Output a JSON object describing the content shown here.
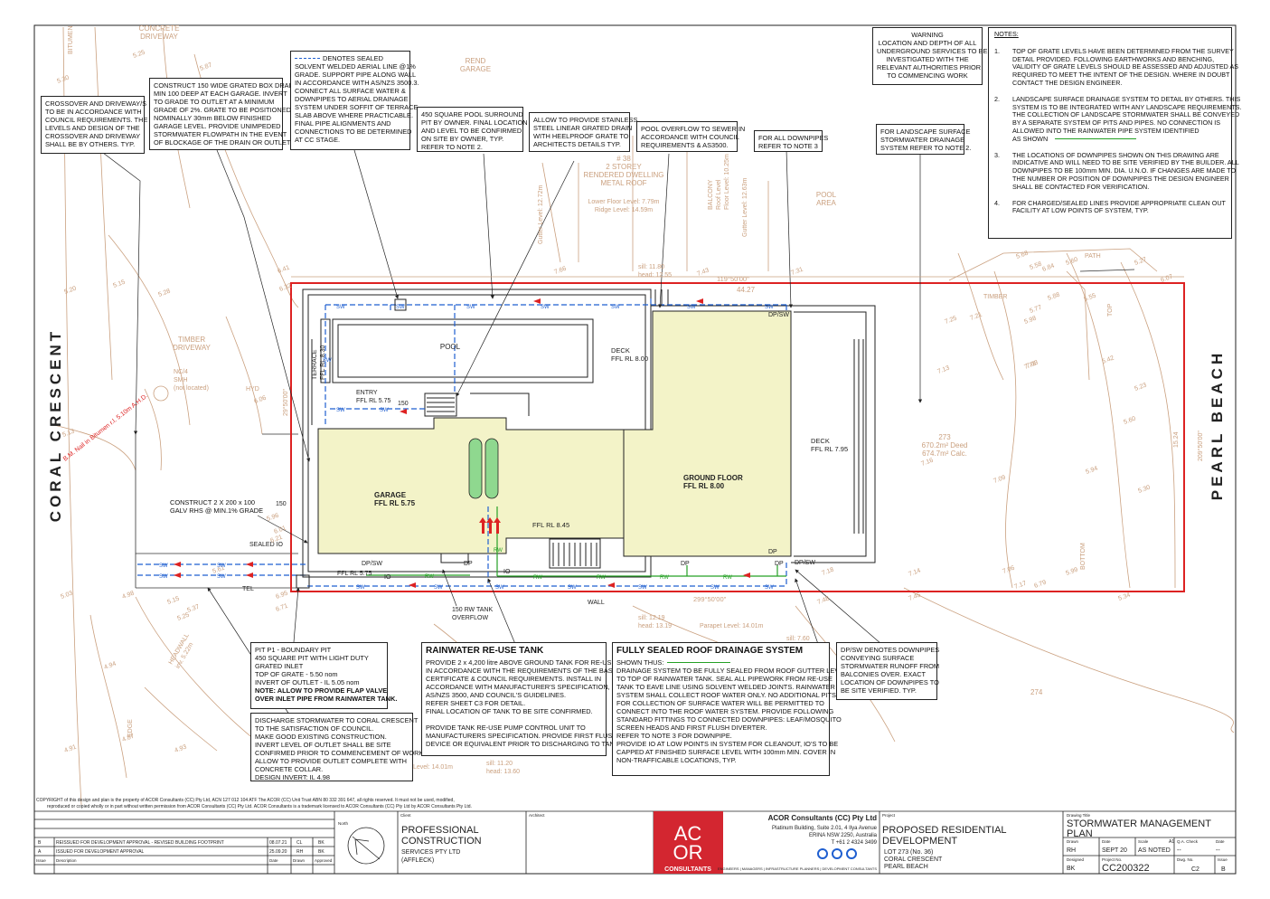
{
  "colors": {
    "boundary": "#dd2222",
    "sewer": "#1f5fd0",
    "rainwater": "#25a025",
    "building": "#f3f3c8",
    "contour": "#caa07f",
    "tank": "#8fd88f",
    "logo": "#d32630"
  },
  "street_labels": {
    "left": "CORAL CRESCENT",
    "right": "PEARL BEACH"
  },
  "plan_labels": {
    "concrete_driveway": "CONCRETE\nDRIVEWAY",
    "bitumen": "BITUMEN",
    "rend_garage": "REND\nGARAGE",
    "timber_driveway": "TIMBER\nDRIVEWAY",
    "nc4_smh": "NC/4\nSMH\n(not located)",
    "hyd": "HYD",
    "bm_nail": "B.M. Nail in Bitumen r.l. 5.10m A.H.D.",
    "pool_area": "POOL\nAREA",
    "dwelling": "# 38\n2 STOREY\nRENDERED DWELLING\nMETAL ROOF",
    "dwelling_levels": "Lower Floor Level: 7.79m\nRidge Level: 14.59m",
    "pool": "POOL",
    "terrace": "TERRACE\nFFL RL 8.30",
    "entry": "ENTRY\nFFL RL 5.75",
    "deck_upper": "DECK\nFFL RL 8.00",
    "deck_right": "DECK\nFFL RL 7.95",
    "garage": "GARAGE\nFFL RL 5.75",
    "ground_floor": "GROUND FLOOR\nFFL RL 8.00",
    "ffl_845": "FFL RL 8.45",
    "ffl_575": "FFL RL 5.75",
    "lot_area": "273\n670.2m² Deed\n674.7m² Calc.",
    "lot_274": "274",
    "rw_tank_overflow": "150 RW TANK\nOVERFLOW",
    "sealed_io": "SEALED IO",
    "tel": "TEL",
    "wall": "WALL",
    "headwall": "HEADWALL\ninv. 5.22m",
    "edge": "EDGE",
    "path": "PATH",
    "timber": "TIMBER",
    "bottom": "BOTTOM",
    "top": "TOP",
    "dpsw_top": "DP/SW",
    "dpsw_left": "DP/SW",
    "dpsw_right": "DP/SW",
    "dp1": "DP",
    "dp2": "DP",
    "dp3": "DP",
    "dp4": "DP",
    "io1": "IO",
    "io2": "IO",
    "dim_150a": "150",
    "dim_150b": "150",
    "dim_4427": "44.27",
    "bearing_top": "119°50'00\"",
    "bearing_bottom": "299°50'00\"",
    "bearing_left": "29°50'00\"",
    "bearing_right": "209°50'00\"",
    "dim_1524": "15.24",
    "sill_top": "sill: 11.80\nhead: 12.55",
    "sill_bottom": "sill: 12.19\nhead: 13.19",
    "parapet": "Parapet Level: 14.01m",
    "sill_760": "sill: 7.60",
    "sill_low": "sill: 11.20\nhead: 13.60",
    "level_1401": "Level: 14.01m",
    "gutter_1272": "Gutter Level: 12.72m",
    "balcony": "BALCONY\nRoof Level\nFloor Level: 10.25m",
    "gutter_1263": "Gutter Level: 12.63m",
    "rl_values": [
      "5.30",
      "5.25",
      "5.87",
      "5.20",
      "5.15",
      "5.28",
      "6.41",
      "6.32",
      "7.66",
      "7.43",
      "7.31",
      "6.06",
      "5.13",
      "5.96",
      "6.01",
      "6.21",
      "5.61",
      "5.03",
      "4.98",
      "5.15",
      "5.37",
      "5.25",
      "6.95",
      "6.71",
      "4.94",
      "4.91",
      "4.87",
      "4.93",
      "7.18",
      "7.14",
      "7.45",
      "7.48",
      "7.06",
      "7.17",
      "6.79",
      "5.99",
      "5.34",
      "7.16",
      "7.09",
      "5.30",
      "5.94",
      "5.60",
      "5.23",
      "5.42",
      "5.55",
      "5.98",
      "5.88",
      "5.77",
      "7.21",
      "7.25",
      "7.78",
      "6.84",
      "5.27",
      "5.68",
      "5.58",
      "5.60",
      "6.07",
      "7.13",
      "7.03"
    ]
  },
  "callouts": {
    "crossover": [
      "CROSSOVER AND DRIVEWAY/S",
      "TO BE IN ACCORDANCE WITH",
      "COUNCIL REQUIREMENTS. THE",
      "LEVELS AND DESIGN OF THE",
      "CROSSOVER AND DRIVEWAY",
      "SHALL BE BY OTHERS. TYP."
    ],
    "grated_box": [
      "CONSTRUCT 150 WIDE GRATED BOX DRAIN",
      "MIN 100 DEEP AT EACH GARAGE. INVERT",
      "TO GRADE TO OUTLET AT A MINIMUM",
      "GRADE OF 2%.  GRATE TO BE POSITIONED",
      "NOMINALLY 30mm BELOW FINISHED",
      "GARAGE LEVEL. PROVIDE UNIMPEDED",
      "STORMWATER FLOWPATH IN THE EVENT",
      "OF BLOCKAGE OF THE DRAIN OR OUTLET"
    ],
    "sealed_line": [
      "DENOTES SEALED",
      "SOLVENT WELDED AERIAL LINE @1%",
      "GRADE.  SUPPORT PIPE ALONG WALL",
      "IN ACCORDANCE WITH AS/NZS 3500.3.",
      "CONNECT ALL SURFACE WATER &",
      "DOWNPIPES TO AERIAL DRAINAGE",
      "SYSTEM UNDER SOFFIT OF TERRACE",
      "SLAB ABOVE WHERE PRACTICABLE.",
      "FINAL PIPE ALIGNMENTS AND",
      "CONNECTIONS TO BE DETERMINED",
      "AT CC STAGE."
    ],
    "pool_surround": [
      "450 SQUARE POOL SURROUND",
      "PIT BY OWNER. FINAL LOCATION",
      "AND LEVEL TO BE CONFIRMED",
      "ON SITE BY OWNER, TYP.",
      "REFER TO NOTE 2."
    ],
    "stainless": [
      "ALLOW TO PROVIDE STAINLESS",
      "STEEL LINEAR GRATED DRAIN",
      "WITH HEELPROOF GRATE TO",
      "ARCHITECTS DETAILS TYP."
    ],
    "pool_overflow": [
      "POOL OVERFLOW TO SEWER IN",
      "ACCORDANCE WITH COUNCIL",
      "REQUIREMENTS & AS3500."
    ],
    "all_downpipes": [
      "FOR ALL DOWNPIPES",
      "REFER TO NOTE 3"
    ],
    "warning": [
      "WARNING",
      "LOCATION AND DEPTH OF ALL",
      "UNDERGROUND SERVICES TO BE",
      "INVESTIGATED WITH THE",
      "RELEVANT AUTHORITIES PRIOR",
      "TO COMMENCING WORK"
    ],
    "landscape": [
      "FOR LANDSCAPE SURFACE",
      "STORMWATER DRAINAGE",
      "SYSTEM REFER TO NOTE 2."
    ],
    "construct_rhs": [
      "CONSTRUCT 2 X 200 x 100",
      "GALV RHS @ MIN.1% GRADE"
    ],
    "pit": [
      "PIT P1 - BOUNDARY PIT",
      "450 SQUARE PIT WITH LIGHT DUTY",
      "GRATED INLET",
      "TOP OF GRATE - 5.50 nom",
      "INVERT OF OUTLET - IL 5.05 nom"
    ],
    "pit_bold": [
      "NOTE:  ALLOW TO PROVIDE FLAP VALVE",
      "OVER INLET PIPE FROM RAINWATER TANK."
    ],
    "discharge": [
      "DISCHARGE STORMWATER TO CORAL CRESCENT",
      "TO THE SATISFACTION OF COUNCIL.",
      "MAKE GOOD EXISTING CONSTRUCTION.",
      "INVERT LEVEL OF OUTLET SHALL BE SITE",
      "CONFIRMED PRIOR TO COMMENCEMENT OF WORKS.",
      "ALLOW TO PROVIDE OUTLET COMPLETE WITH",
      "CONCRETE COLLAR.",
      "DESIGN INVERT: IL 4.98"
    ],
    "reuse_title": "RAINWATER RE-USE TANK",
    "reuse": [
      "PROVIDE 2 x 4,200 litre ABOVE GROUND TANK FOR RE-USE",
      "IN ACCORDANCE WITH THE REQUIREMENTS OF THE BASIX",
      "CERTIFICATE & COUNCIL REQUIREMENTS.  INSTALL IN",
      "ACCORDANCE WITH MANUFACTURER'S SPECIFICATION,",
      "AS/NZS 3500, AND COUNCIL'S GUIDELINES.",
      "REFER SHEET C3 FOR DETAIL.",
      "FINAL LOCATION OF TANK TO BE SITE CONFIRMED.",
      "",
      "PROVIDE TANK RE-USE PUMP CONTROL UNIT TO",
      "MANUFACTURERS SPECIFICATION. PROVIDE FIRST FLUSH",
      "DEVICE OR EQUIVALENT PRIOR TO DISCHARGING TO TANK."
    ],
    "roof_title": "FULLY SEALED ROOF DRAINAGE SYSTEM",
    "roof_shown": "SHOWN THUS:",
    "roof": [
      "DRAINAGE SYSTEM TO BE FULLY SEALED FROM ROOF GUTTER LEVEL",
      "TO TOP OF RAINWATER TANK.  SEAL ALL PIPEWORK FROM RE-USE",
      "TANK TO EAVE LINE USING SOLVENT WELDED JOINTS.  RAINWATER",
      "SYSTEM SHALL COLLECT ROOF WATER ONLY.  NO ADDITIONAL PITS",
      "FOR COLLECTION OF SURFACE WATER WILL BE PERMITTED TO",
      "CONNECT INTO THE ROOF WATER SYSTEM.  PROVIDE FOLLOWING",
      "STANDARD FITTINGS TO CONNECTED DOWNPIPES: LEAF/MOSQUITO",
      "SCREEN HEADS AND FIRST FLUSH DIVERTER.",
      "REFER TO NOTE 3 FOR DOWNPIPE.",
      "PROVIDE IO AT LOW POINTS IN SYSTEM FOR CLEANOUT, IO'S TO BE",
      "CAPPED AT FINISHED SURFACE LEVEL WITH 100mm MIN. COVER IN",
      "NON-TRAFFICABLE LOCATIONS, TYP."
    ],
    "dpsw_note": [
      "DP/SW DENOTES DOWNPIPES",
      "CONVEYING SURFACE",
      "STORMWATER  RUNOFF FROM",
      "BALCONIES OVER.  EXACT",
      "LOCATION OF DOWNPIPES TO",
      "BE SITE VERIFIED. TYP."
    ]
  },
  "notes": {
    "title": "NOTES:",
    "items": [
      {
        "num": "1.",
        "lines": [
          "TOP OF GRATE LEVELS HAVE BEEN DETERMINED FROM THE SURVEY",
          "DETAIL PROVIDED. FOLLOWING EARTHWORKS AND BENCHING,",
          "VALIDITY OF GRATE LEVELS SHOULD BE ASSESSED AND ADJUSTED AS",
          "REQUIRED TO MEET THE INTENT OF THE DESIGN. WHERE IN DOUBT",
          "CONTACT THE DESIGN ENGINEER."
        ]
      },
      {
        "num": "2.",
        "lines": [
          "LANDSCAPE SURFACE DRAINAGE SYSTEM TO DETAIL BY OTHERS.  THIS",
          "SYSTEM IS TO BE INTEGRATED WITH ANY LANDSCAPE REQUIREMENTS.",
          "THE COLLECTION OF LANDSCAPE STORMWATER SHALL BE CONVEYED",
          "BY A SEPARATE SYSTEM OF PITS AND PIPES.  NO CONNECTION IS",
          "ALLOWED INTO THE RAINWATER PIPE SYSTEM IDENTIFIED",
          "AS SHOWN"
        ]
      },
      {
        "num": "3.",
        "lines": [
          "THE LOCATIONS OF DOWNPIPES SHOWN ON THIS DRAWING ARE",
          "INDICATIVE AND WILL NEED TO BE SITE VERIFIED BY THE BUILDER. ALL",
          "DOWNPIPES TO BE 100mm MIN. DIA. U.N.O. IF CHANGES ARE MADE TO",
          "THE NUMBER OR POSITION OF DOWNPIPES THE DESIGN ENGINEER",
          "SHALL BE CONTACTED FOR VERIFICATION."
        ]
      },
      {
        "num": "4.",
        "lines": [
          "FOR CHARGED/SEALED LINES PROVIDE APPROPRIATE CLEAN OUT",
          "FACILITY AT LOW POINTS OF SYSTEM, TYP."
        ]
      }
    ]
  },
  "pipe_labels": {
    "sw": "SW",
    "rw": "RW"
  },
  "copyright": [
    "COPYRIGHT of this design and plan is the property of ACOR Consultants (CC) Pty Ltd, ACN 127 012 104 ATF The ACOR (CC) Unit Trust ABN 80 332 391 647, all rights reserved. It must not be used, modified,",
    "reproduced or copied wholly or in part without written permission from ACOR Consultants (CC) Pty Ltd. ACOR Consultants is a trademark licensed to ACOR Consultants (CC) Pty Ltd by ACOR Consultants Pty Ltd."
  ],
  "title_block": {
    "revisions": [
      {
        "issue": "B",
        "description": "REISSUED FOR DEVELOPMENT APPROVAL - REVISED BUILDING FOOTPRINT",
        "date": "08.07.21",
        "drawn": "CL",
        "approved": "BK"
      },
      {
        "issue": "A",
        "description": "ISSUED FOR DEVELOPMENT APPROVAL",
        "date": "25.09.20",
        "drawn": "RH",
        "approved": "BK"
      }
    ],
    "rev_headers": {
      "issue": "Issue",
      "description": "Description",
      "date": "Date",
      "drawn": "Drawn",
      "approved": "Approved"
    },
    "north_label": "North",
    "client_label": "Client",
    "client": [
      "PROFESSIONAL",
      "CONSTRUCTION"
    ],
    "client_sub": [
      "SERVICES PTY LTD",
      "(AFFLECK)"
    ],
    "architect_label": "Architect",
    "logo_letters": [
      "AC",
      "OR"
    ],
    "logo_word": "CONSULTANTS",
    "company": "ACOR Consultants (CC) Pty Ltd",
    "address": [
      "Platinum Building, Suite 2.01, 4 Ilya Avenue",
      "ERINA NSW 2250, Australia",
      "T +61 2 4324 3499"
    ],
    "disciplines": "ENGINEERS | MANAGERS | INFRASTRUCTURE PLANNERS | DEVELOPMENT CONSULTANTS",
    "project_label": "Project",
    "project": [
      "PROPOSED RESIDENTIAL",
      "DEVELOPMENT"
    ],
    "project_sub": [
      "LOT 273 (No. 36)",
      "CORAL CRESCENT",
      "PEARL BEACH"
    ],
    "drawing_title_label": "Drawing Title",
    "drawing_title": [
      "STORMWATER MANAGEMENT",
      "PLAN"
    ],
    "drawn_label": "Drawn",
    "drawn": "RH",
    "date_label": "Date",
    "date": "SEPT 20",
    "scale_label": "Scale",
    "size": "A1",
    "scale": "AS NOTED",
    "qa_label": "Q.A. Check",
    "qa": "--",
    "date2_label": "Date",
    "date2": "--",
    "designed_label": "Designed",
    "designed": "BK",
    "project_no_label": "Project No.",
    "project_no": "CC200322",
    "dwg_no_label": "Dwg. No.",
    "dwg_no": "C2",
    "issue_label": "Issue",
    "issue": "B"
  }
}
